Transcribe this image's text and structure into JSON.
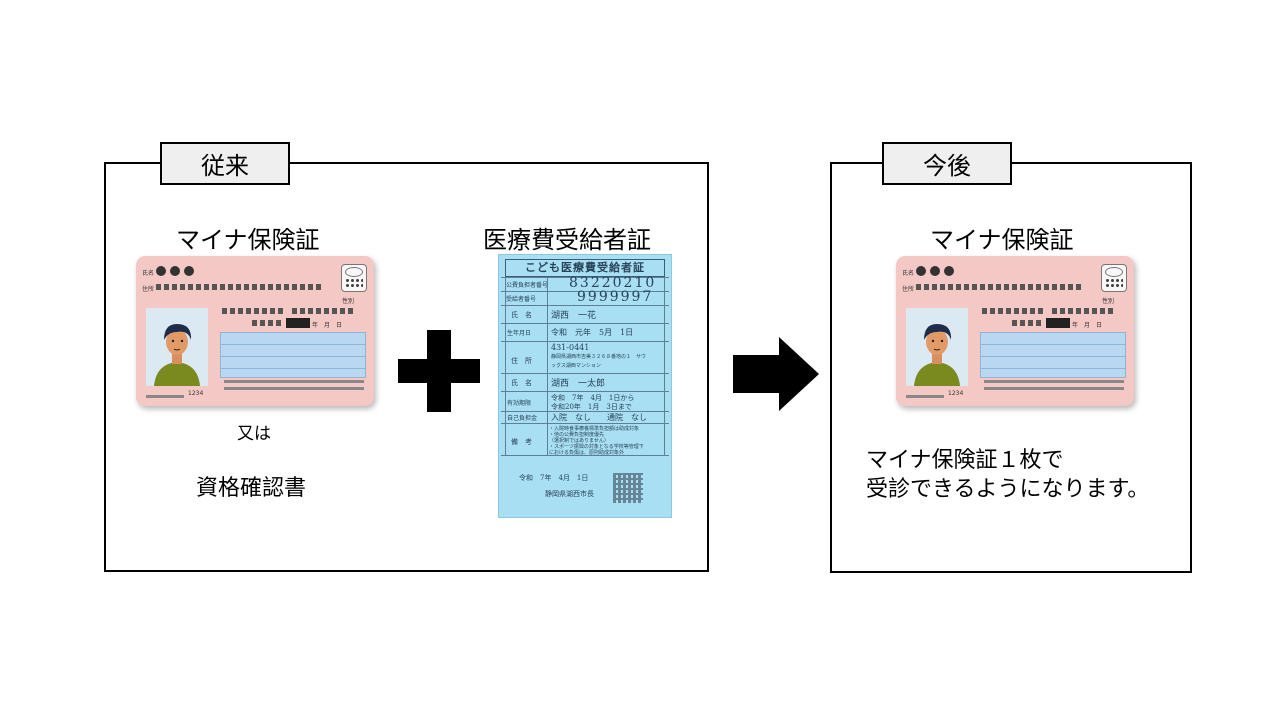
{
  "left_panel": {
    "tab_label": "従来",
    "card_title": "マイナ保険証",
    "or_text": "又は",
    "alt_doc": "資格確認書",
    "cert_title": "医療費受給者証"
  },
  "card": {
    "name_label": "氏名",
    "address_label": "住所",
    "sex_label": "性別",
    "date_label": "年　月　日",
    "number": "1234"
  },
  "certificate": {
    "heading": "こども医療費受給者証",
    "row1_label": "公費負担者番号",
    "row1_value": "83220210",
    "row2_label": "受給者番号",
    "row2_value": "9999997",
    "name_label": "氏　名",
    "name_value": "湖西　一花",
    "dob_label": "生年月日",
    "dob_value": "令和　元年　5月　1日",
    "address_label": "住　所",
    "zip": "431-0441",
    "address_value": "静岡県湖西市吉美３２６８番地の１　サウ",
    "address_value2": "ックス湖西マンション",
    "guardian_label": "氏　名",
    "guardian_value": "湖西　一太郎",
    "valid_label": "有効期限",
    "valid_from": "令和　7年　4月　1日から",
    "valid_to": "令和20年　1月　3日まで",
    "copay_label": "自己負担金",
    "copay_values": "入院　なし　　通院　なし",
    "notes_label": "備　考",
    "note1": "・入院時食事療養標準負担額は助成対象",
    "note2": "・他の公費負担制度優先",
    "note3": "（選択制ではありません）",
    "note4": "・スポーツ振興の対象となる学校等管理下",
    "note5": "における負傷は、原則助成対象外",
    "issue_date": "令和　7年　4月　1日",
    "issuer": "静岡県湖西市長"
  },
  "right_panel": {
    "tab_label": "今後",
    "card_title": "マイナ保険証",
    "description_line1": "マイナ保険証１枚で",
    "description_line2": "受診できるようになります。"
  },
  "icons": [
    "plus-icon",
    "right-arrow-icon",
    "person-icon",
    "ic-chip-icon",
    "qr-code-icon"
  ]
}
